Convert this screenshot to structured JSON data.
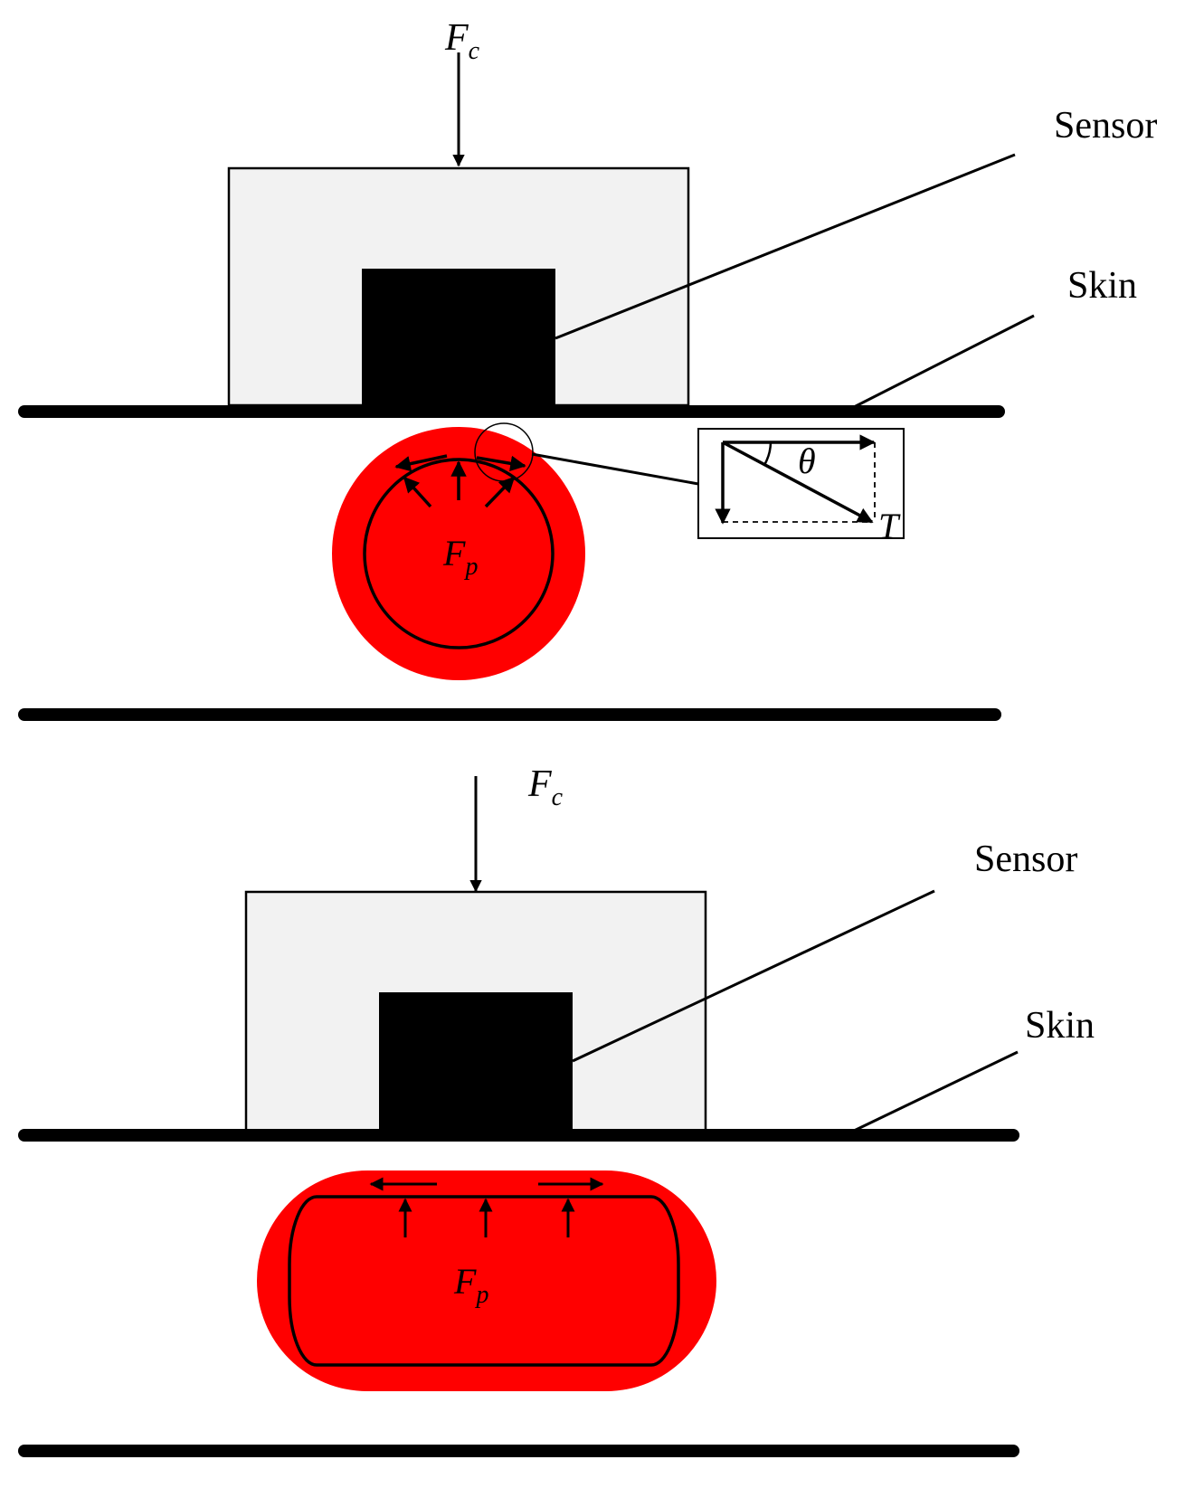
{
  "top_panel": {
    "force_main": "F",
    "force_main_sub": "c",
    "sensor_label": "Sensor",
    "skin_label": "Skin",
    "pressure_main": "F",
    "pressure_sub": "p",
    "inset": {
      "angle_label": "θ",
      "tension_label": "T"
    }
  },
  "bottom_panel": {
    "force_main": "F",
    "force_main_sub": "c",
    "sensor_label": "Sensor",
    "skin_label": "Skin",
    "pressure_main": "F",
    "pressure_sub": "p"
  },
  "colors": {
    "vessel": "#ff0000",
    "housing": "#f2f2f2",
    "sensor": "#000000",
    "line": "#000000"
  }
}
